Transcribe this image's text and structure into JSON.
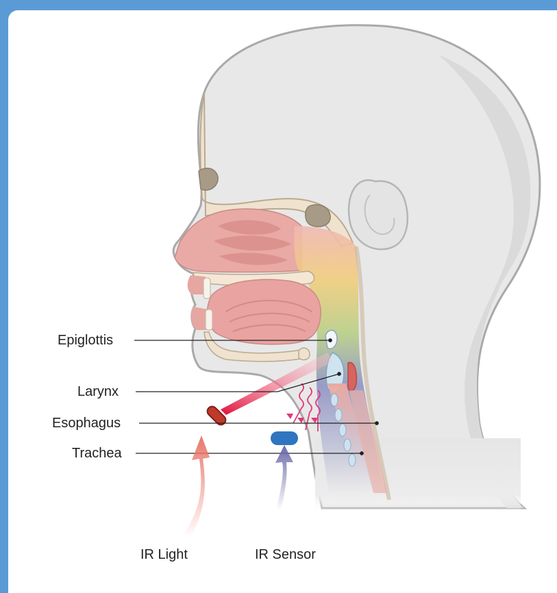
{
  "labels": {
    "epiglottis": "Epiglottis",
    "larynx": "Larynx",
    "esophagus": "Esophagus",
    "trachea": "Trachea",
    "ir_light": "IR Light",
    "ir_sensor": "IR Sensor"
  },
  "colors": {
    "frame": "#5b9bd5",
    "ir_light": "#c0392b",
    "ir_sensor": "#2f75c0",
    "ir_light_arrow": "#e8776a",
    "ir_sensor_arrow": "#6b6aa8"
  }
}
